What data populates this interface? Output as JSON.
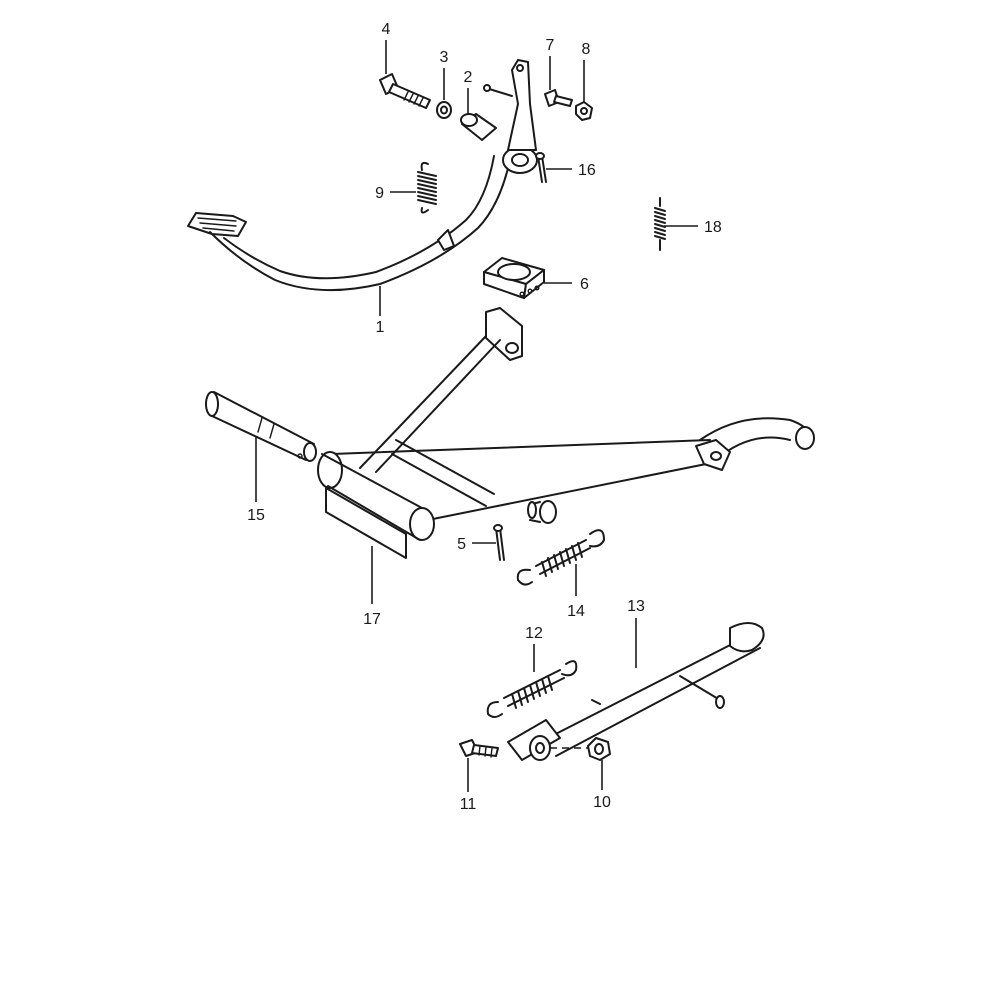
{
  "diagram": {
    "callouts": [
      {
        "id": "p1",
        "label": "1"
      },
      {
        "id": "p2",
        "label": "2"
      },
      {
        "id": "p3",
        "label": "3"
      },
      {
        "id": "p4",
        "label": "4"
      },
      {
        "id": "p5",
        "label": "5"
      },
      {
        "id": "p6",
        "label": "6"
      },
      {
        "id": "p7",
        "label": "7"
      },
      {
        "id": "p8",
        "label": "8"
      },
      {
        "id": "p9",
        "label": "9"
      },
      {
        "id": "p10",
        "label": "10"
      },
      {
        "id": "p11",
        "label": "11"
      },
      {
        "id": "p12",
        "label": "12"
      },
      {
        "id": "p13",
        "label": "13"
      },
      {
        "id": "p14",
        "label": "14"
      },
      {
        "id": "p15",
        "label": "15"
      },
      {
        "id": "p16",
        "label": "16"
      },
      {
        "id": "p17",
        "label": "17"
      },
      {
        "id": "p18",
        "label": "18"
      }
    ]
  }
}
